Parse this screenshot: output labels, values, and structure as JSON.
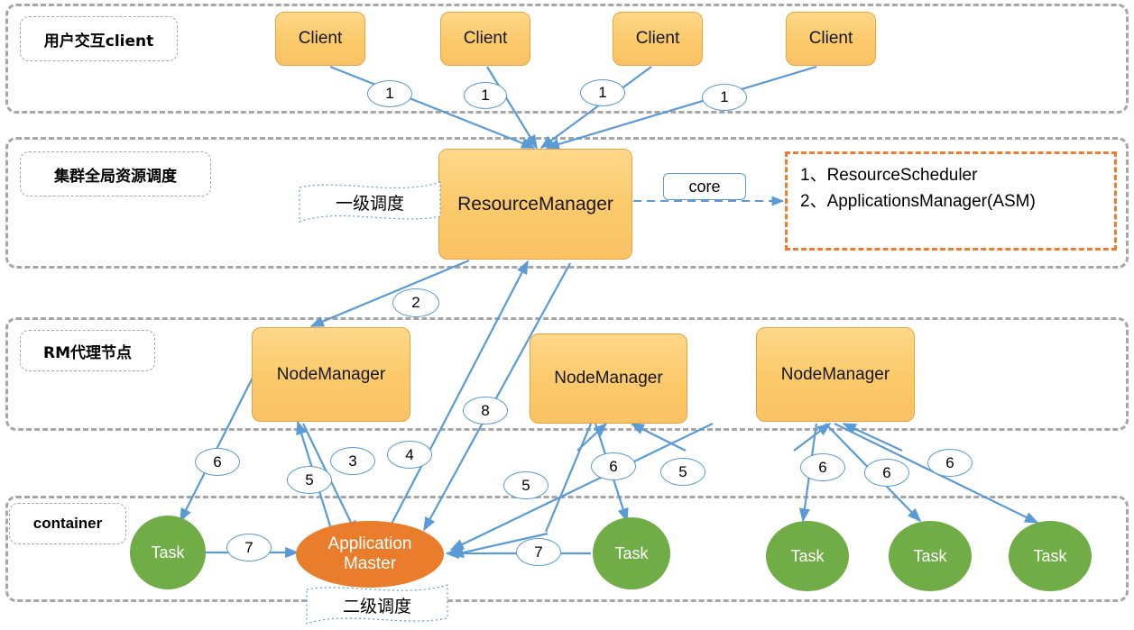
{
  "diagram": {
    "title": "YARN architecture diagram",
    "colors": {
      "band_border": "#a6a6a6",
      "node_fill": "#fbc96a",
      "node_border": "#e8a33d",
      "task_fill": "#71ad47",
      "am_fill": "#ea7d2b",
      "arrow": "#5b9bd5",
      "highlight_box": "#ed7d31"
    }
  },
  "bands": [
    {
      "label": "用户交互client"
    },
    {
      "label": "集群全局资源调度"
    },
    {
      "label": "RM代理节点"
    },
    {
      "label": "container"
    }
  ],
  "clients": [
    {
      "label": "Client"
    },
    {
      "label": "Client"
    },
    {
      "label": "Client"
    },
    {
      "label": "Client"
    }
  ],
  "resource_manager": {
    "label": "ResourceManager"
  },
  "core": {
    "label": "core"
  },
  "core_details": {
    "lines": [
      "1、ResourceScheduler",
      "2、ApplicationsManager(ASM)"
    ]
  },
  "node_managers": [
    {
      "label": "NodeManager"
    },
    {
      "label": "NodeManager"
    },
    {
      "label": "NodeManager"
    }
  ],
  "application_master": {
    "line1": "Application",
    "line2": "Master"
  },
  "tasks": [
    {
      "label": "Task"
    },
    {
      "label": "Task"
    },
    {
      "label": "Task"
    },
    {
      "label": "Task"
    },
    {
      "label": "Task"
    }
  ],
  "ribbons": {
    "level1": "一级调度",
    "level2": "二级调度"
  },
  "step_bubbles": [
    {
      "n": "1"
    },
    {
      "n": "1"
    },
    {
      "n": "1"
    },
    {
      "n": "1"
    },
    {
      "n": "2"
    },
    {
      "n": "6"
    },
    {
      "n": "5"
    },
    {
      "n": "3"
    },
    {
      "n": "4"
    },
    {
      "n": "8"
    },
    {
      "n": "5"
    },
    {
      "n": "6"
    },
    {
      "n": "5"
    },
    {
      "n": "6"
    },
    {
      "n": "6"
    },
    {
      "n": "6"
    },
    {
      "n": "7"
    },
    {
      "n": "7"
    }
  ]
}
